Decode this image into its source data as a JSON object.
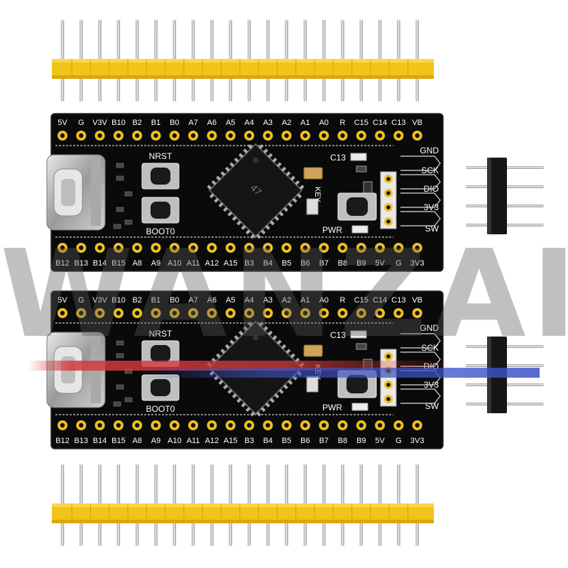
{
  "watermark": "WANZAI",
  "header_strip_count": 2,
  "board_top": {
    "top_labels": [
      "5V",
      "G",
      "V3V",
      "B10",
      "B2",
      "B1",
      "B0",
      "A7",
      "A6",
      "A5",
      "A4",
      "A3",
      "A2",
      "A1",
      "A0",
      "R",
      "C15",
      "C14",
      "C13",
      "VB"
    ],
    "bottom_labels": [
      "B12",
      "B13",
      "B14",
      "B15",
      "A8",
      "A9",
      "A10",
      "A11",
      "A12",
      "A15",
      "B3",
      "B4",
      "B5",
      "B6",
      "B7",
      "B8",
      "B9",
      "5V",
      "G",
      "3V3"
    ],
    "swd_labels": [
      "GND",
      "SCK",
      "DIO",
      "3V3",
      "SW"
    ],
    "reset_label": "NRST",
    "boot_label": "BOOT0",
    "led_label": "C13",
    "key_label": "KEY",
    "power_label": "PWR",
    "chip_marking": "47"
  },
  "board_bottom": {
    "top_labels": [
      "5V",
      "G",
      "V3V",
      "B10",
      "B2",
      "B1",
      "B0",
      "A7",
      "A6",
      "A5",
      "A4",
      "A3",
      "A2",
      "A1",
      "A0",
      "R",
      "C15",
      "C14",
      "C13",
      "VB"
    ],
    "bottom_labels": [
      "B12",
      "B13",
      "B14",
      "B15",
      "A8",
      "A9",
      "A10",
      "A11",
      "A12",
      "A15",
      "B3",
      "B4",
      "B5",
      "B6",
      "B7",
      "B8",
      "B9",
      "5V",
      "G",
      "3V3"
    ],
    "swd_labels": [
      "GND",
      "SCK",
      "DIO",
      "3V3",
      "SW"
    ],
    "reset_label": "NRST",
    "boot_label": "BOOT0",
    "led_label": "C13",
    "key_label": "KEY",
    "power_label": "PWR"
  },
  "colors": {
    "pcb": "#0a0a0a",
    "silkscreen": "#ffffff",
    "header_plastic": "#f2c417",
    "pin_metal": "#c8c8c8",
    "watermark_red": "#d33a3a",
    "watermark_blue": "#3a52c8"
  }
}
